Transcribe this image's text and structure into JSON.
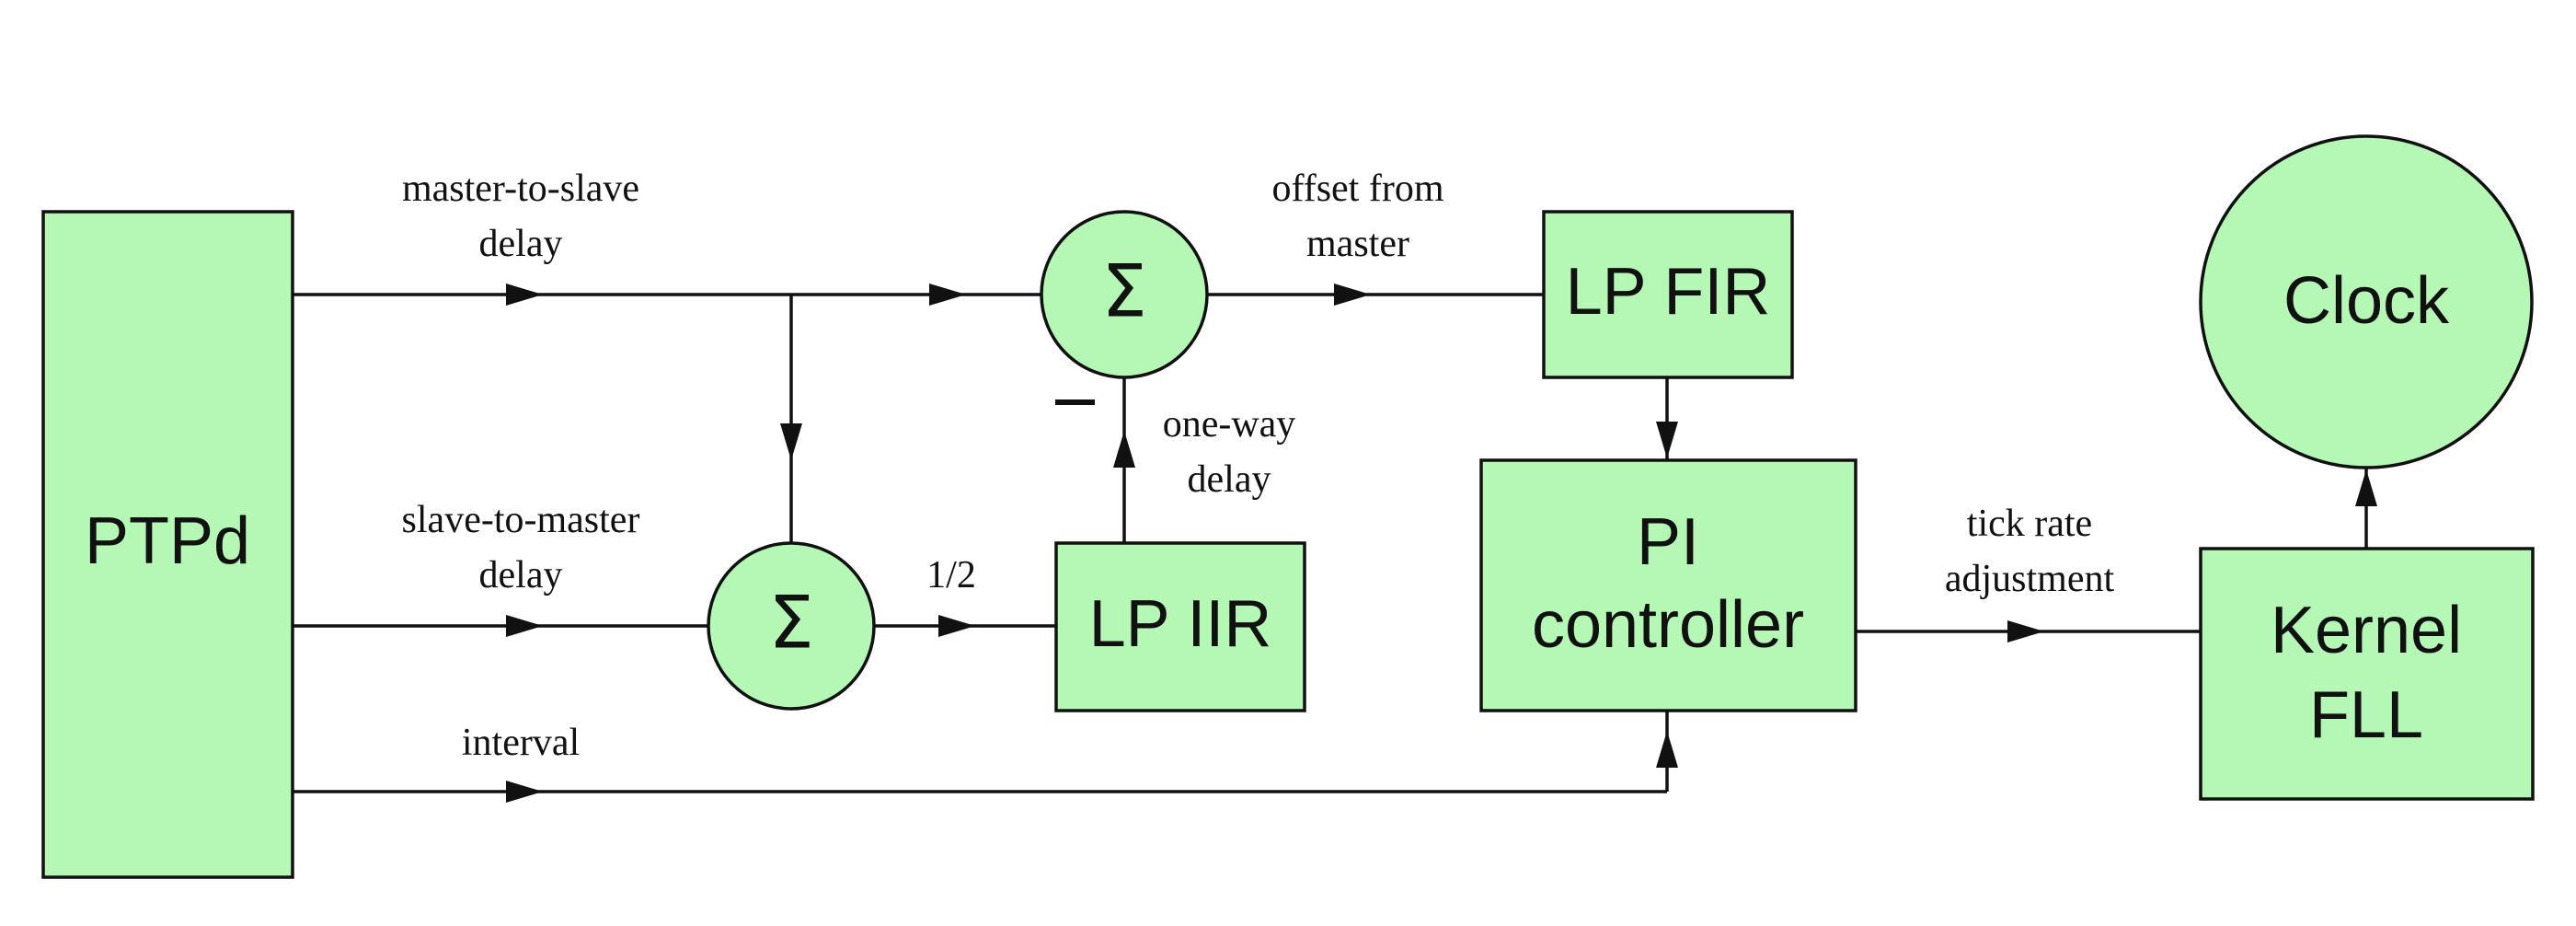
{
  "blocks": {
    "ptpd": "PTPd",
    "sum_top": "Σ",
    "sum_bottom": "Σ",
    "lp_fir": "LP FIR",
    "lp_iir": "LP IIR",
    "pi_line1": "PI",
    "pi_line2": "controller",
    "clock": "Clock",
    "kernel_line1": "Kernel",
    "kernel_line2": "FLL"
  },
  "labels": {
    "m2s_line1": "master-to-slave",
    "m2s_line2": "delay",
    "s2m_line1": "slave-to-master",
    "s2m_line2": "delay",
    "interval": "interval",
    "offset_line1": "offset from",
    "offset_line2": "master",
    "oneway_line1": "one-way",
    "oneway_line2": "delay",
    "half": "1/2",
    "tick_line1": "tick rate",
    "tick_line2": "adjustment"
  },
  "colors": {
    "block_fill": "#b5f7b5",
    "stroke": "#111111"
  }
}
